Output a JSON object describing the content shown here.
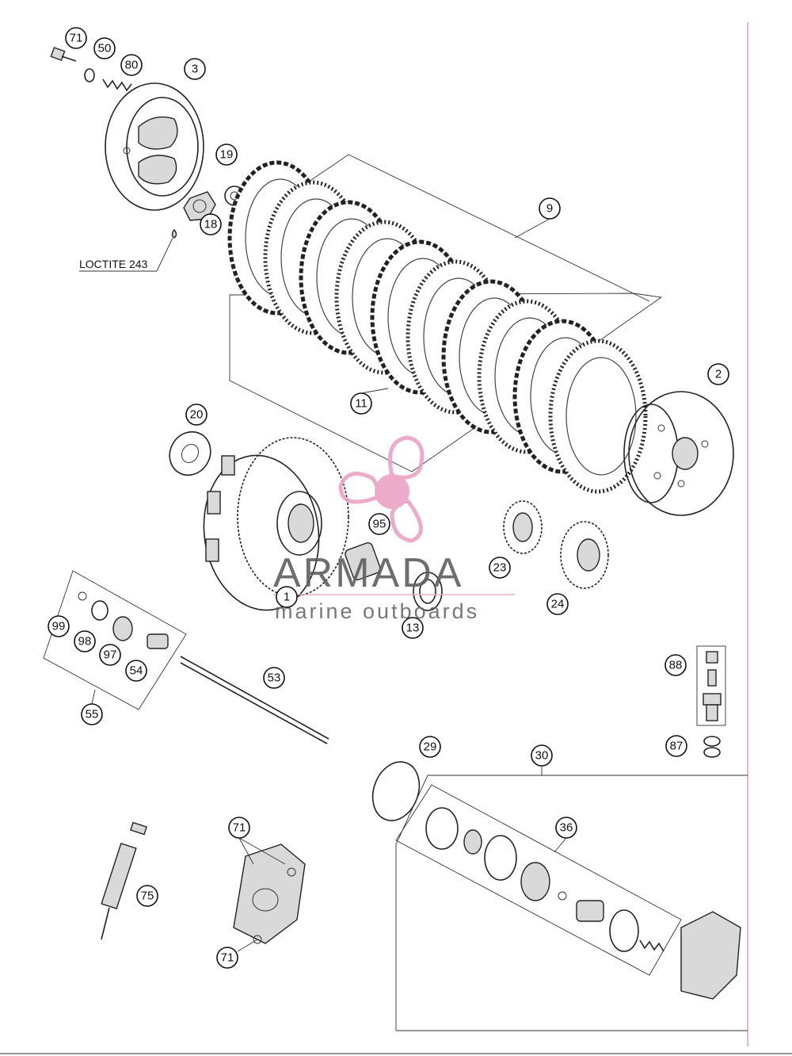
{
  "diagram": {
    "note_label": "LOCTITE 243",
    "callouts": [
      "71",
      "50",
      "80",
      "3",
      "19",
      "18",
      "9",
      "11",
      "2",
      "20",
      "95",
      "1",
      "23",
      "13",
      "24",
      "99",
      "98",
      "97",
      "54",
      "55",
      "53",
      "88",
      "87",
      "29",
      "30",
      "36",
      "71",
      "75",
      "71"
    ]
  },
  "watermark": {
    "brand": "ARMADA",
    "tagline": "marine outboards",
    "accent_color": "#e9a3c4"
  }
}
